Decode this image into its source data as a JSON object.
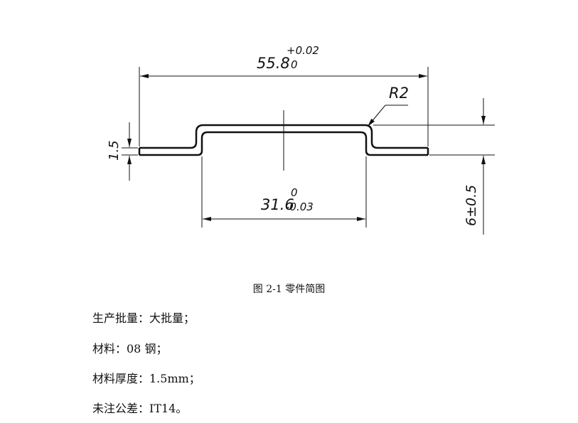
{
  "drawing": {
    "overall_length": {
      "nominal": "55.8",
      "upper_tol": "+0.02",
      "lower_tol": "0"
    },
    "inner_width": {
      "nominal": "31.6",
      "upper_tol": "0",
      "lower_tol": "-0.03"
    },
    "thickness": "1.5",
    "height": "6±0.5",
    "bend_radius": "R2"
  },
  "caption": "图 2-1  零件简图",
  "specs": {
    "production": "生产批量：大批量；",
    "material": "材料：08 钢；",
    "thickness": "材料厚度：1.5mm；",
    "tolerance": "未注公差：IT14。"
  }
}
